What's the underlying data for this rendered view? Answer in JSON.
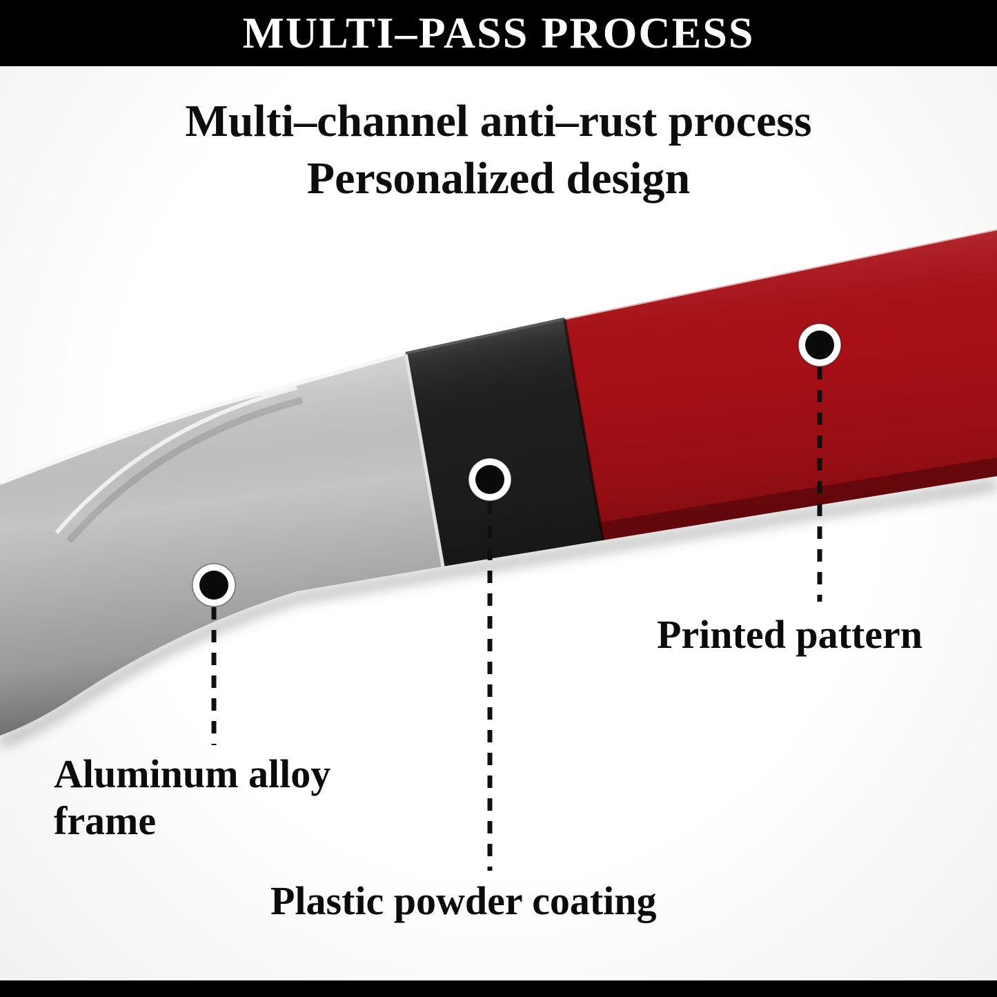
{
  "header": {
    "title": "MULTI–PASS PROCESS"
  },
  "headline": {
    "line1": "Multi–channel anti–rust process",
    "line2": "Personalized design"
  },
  "callouts": [
    {
      "id": "aluminum",
      "label": "Aluminum alloy frame"
    },
    {
      "id": "coating",
      "label": "Plastic powder coating"
    },
    {
      "id": "pattern",
      "label": "Printed pattern"
    }
  ],
  "colors": {
    "bar": "#000000",
    "aluminum": "#c4c4c4",
    "coating": "#1f1f1f",
    "red": "#a81016",
    "text": "#0d0d0d",
    "background": "#ffffff"
  }
}
